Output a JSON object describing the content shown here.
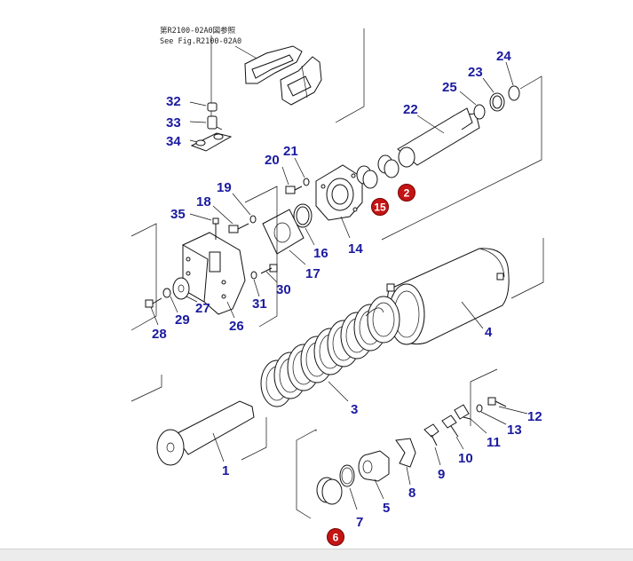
{
  "reference_note": {
    "line1": "第R2100-02A0図参照",
    "line2": "See Fig.R2100-02A0"
  },
  "colors": {
    "label": "#1a1aa0",
    "badge": "#c41414",
    "line": "#111111"
  },
  "callouts": {
    "p1": "1",
    "p3": "3",
    "p4": "4",
    "p5": "5",
    "p7": "7",
    "p8": "8",
    "p9": "9",
    "p10": "10",
    "p11": "11",
    "p12": "12",
    "p13": "13",
    "p14": "14",
    "p16": "16",
    "p17": "17",
    "p18": "18",
    "p19": "19",
    "p20": "20",
    "p21": "21",
    "p22": "22",
    "p23": "23",
    "p24": "24",
    "p25": "25",
    "p26": "26",
    "p27": "27",
    "p28": "28",
    "p29": "29",
    "p30": "30",
    "p31": "31",
    "p32": "32",
    "p33": "33",
    "p34": "34",
    "p35": "35"
  },
  "badges": {
    "b2": "2",
    "b6": "6",
    "b15": "15"
  }
}
